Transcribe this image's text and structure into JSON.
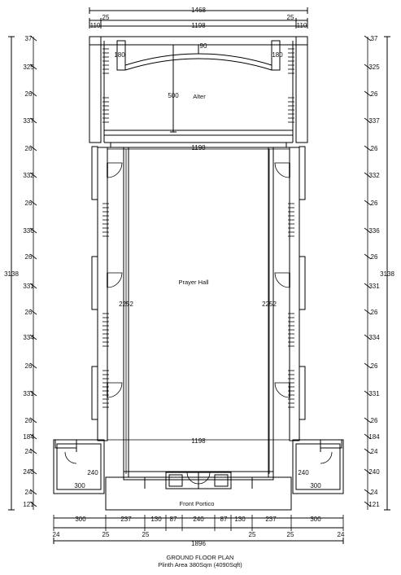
{
  "plan": {
    "rooms": {
      "altar": "Alter",
      "hall": "Prayer Hall",
      "portico": "Front Portico"
    },
    "caption": {
      "line1": "GROUND FLOOR PLAN",
      "line2": "Plinth Area 380Sqm (4090Sqft)"
    },
    "dims": {
      "top_total": "1468",
      "top_wall": "25",
      "top_side": "110",
      "top_inner": "1198",
      "altar_depth": "500",
      "arch_rise": "90",
      "arch_jamb": "180",
      "altar_width": "1198",
      "hall_length": "2252",
      "hall_width": "1198",
      "side_room": "240",
      "side_wing": "300",
      "bottom_row1": [
        "300",
        "237",
        "130",
        "87",
        "240",
        "87",
        "130",
        "237",
        "300"
      ],
      "bottom_row2": [
        "24",
        "25",
        "25",
        "25",
        "25",
        "24"
      ],
      "bottom_total": "1896",
      "side_total": "3138",
      "side_segments": [
        "37",
        "325",
        "26",
        "337",
        "26",
        "332",
        "26",
        "336",
        "26",
        "331",
        "26",
        "334",
        "26",
        "331",
        "26",
        "184",
        "24",
        "240",
        "24",
        "121"
      ]
    }
  }
}
